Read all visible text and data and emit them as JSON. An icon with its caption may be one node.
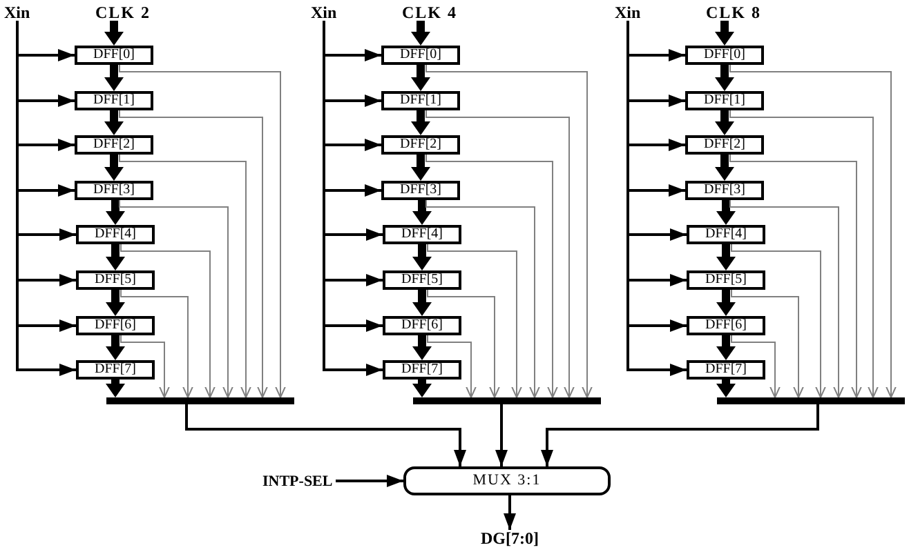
{
  "diagram": {
    "nodes": [
      {
        "text": [
          "Xin"
        ]
      },
      {
        "text": [
          "CLK 2"
        ]
      },
      {
        "text": [
          "DFF[0]"
        ]
      },
      {
        "text": [
          "DFF[1]"
        ]
      },
      {
        "text": [
          "DFF[2]"
        ]
      },
      {
        "text": [
          "DFF[3]"
        ]
      },
      {
        "text": [
          "DFF[4]"
        ]
      },
      {
        "text": [
          "DFF[5]"
        ]
      },
      {
        "text": [
          "DFF[6]"
        ]
      },
      {
        "text": [
          "DFF[7]"
        ]
      },
      {
        "text": [],
        "shape": "bar"
      },
      {
        "text": [
          "Xin"
        ]
      },
      {
        "text": [
          "CLK 4"
        ]
      },
      {
        "text": [
          "DFF[0]"
        ]
      },
      {
        "text": [
          "DFF[1]"
        ]
      },
      {
        "text": [
          "DFF[2]"
        ]
      },
      {
        "text": [
          "DFF[3]"
        ]
      },
      {
        "text": [
          "DFF[4]"
        ]
      },
      {
        "text": [
          "DFF[5]"
        ]
      },
      {
        "text": [
          "DFF[6]"
        ]
      },
      {
        "text": [
          "DFF[7]"
        ]
      },
      {
        "text": [],
        "shape": "bar"
      },
      {
        "text": [
          "Xin"
        ]
      },
      {
        "text": [
          "CLK 8"
        ]
      },
      {
        "text": [
          "DFF[0]"
        ]
      },
      {
        "text": [
          "DFF[1]"
        ]
      },
      {
        "text": [
          "DFF[2]"
        ]
      },
      {
        "text": [
          "DFF[3]"
        ]
      },
      {
        "text": [
          "DFF[4]"
        ]
      },
      {
        "text": [
          "DFF[5]"
        ]
      },
      {
        "text": [
          "DFF[6]"
        ]
      },
      {
        "text": [
          "DFF[7]"
        ]
      },
      {
        "text": [],
        "shape": "bar"
      },
      {
        "text": [
          "INTP-SEL"
        ]
      },
      {
        "text": [
          "MUX 3:1"
        ]
      },
      {
        "text": [
          "DG[7:0]"
        ]
      }
    ],
    "edges": [
      {
        "from": 0,
        "to": 2,
        "arrow": "to"
      },
      {
        "from": 0,
        "to": 3,
        "arrow": "to"
      },
      {
        "from": 0,
        "to": 4,
        "arrow": "to"
      },
      {
        "from": 0,
        "to": 5,
        "arrow": "to"
      },
      {
        "from": 0,
        "to": 6,
        "arrow": "to"
      },
      {
        "from": 0,
        "to": 7,
        "arrow": "to"
      },
      {
        "from": 0,
        "to": 8,
        "arrow": "to"
      },
      {
        "from": 0,
        "to": 9,
        "arrow": "to"
      },
      {
        "from": 1,
        "to": 2,
        "arrow": "to",
        "style": "thick"
      },
      {
        "from": 2,
        "to": 3,
        "arrow": "to",
        "style": "thick"
      },
      {
        "from": 3,
        "to": 4,
        "arrow": "to",
        "style": "thick"
      },
      {
        "from": 4,
        "to": 5,
        "arrow": "to",
        "style": "thick"
      },
      {
        "from": 5,
        "to": 6,
        "arrow": "to",
        "style": "thick"
      },
      {
        "from": 6,
        "to": 7,
        "arrow": "to",
        "style": "thick"
      },
      {
        "from": 7,
        "to": 8,
        "arrow": "to",
        "style": "thick"
      },
      {
        "from": 8,
        "to": 9,
        "arrow": "to",
        "style": "thick"
      },
      {
        "from": 9,
        "to": 10,
        "arrow": "to",
        "style": "thick"
      },
      {
        "from": 2,
        "to": 10,
        "arrow": "to",
        "color": "#808080"
      },
      {
        "from": 3,
        "to": 10,
        "arrow": "to",
        "color": "#808080"
      },
      {
        "from": 4,
        "to": 10,
        "arrow": "to",
        "color": "#808080"
      },
      {
        "from": 5,
        "to": 10,
        "arrow": "to",
        "color": "#808080"
      },
      {
        "from": 6,
        "to": 10,
        "arrow": "to",
        "color": "#808080"
      },
      {
        "from": 7,
        "to": 10,
        "arrow": "to",
        "color": "#808080"
      },
      {
        "from": 8,
        "to": 10,
        "arrow": "to",
        "color": "#808080"
      },
      {
        "from": 11,
        "to": 13,
        "arrow": "to"
      },
      {
        "from": 11,
        "to": 14,
        "arrow": "to"
      },
      {
        "from": 11,
        "to": 15,
        "arrow": "to"
      },
      {
        "from": 11,
        "to": 16,
        "arrow": "to"
      },
      {
        "from": 11,
        "to": 17,
        "arrow": "to"
      },
      {
        "from": 11,
        "to": 18,
        "arrow": "to"
      },
      {
        "from": 11,
        "to": 19,
        "arrow": "to"
      },
      {
        "from": 11,
        "to": 20,
        "arrow": "to"
      },
      {
        "from": 12,
        "to": 13,
        "arrow": "to",
        "style": "thick"
      },
      {
        "from": 13,
        "to": 14,
        "arrow": "to",
        "style": "thick"
      },
      {
        "from": 14,
        "to": 15,
        "arrow": "to",
        "style": "thick"
      },
      {
        "from": 15,
        "to": 16,
        "arrow": "to",
        "style": "thick"
      },
      {
        "from": 16,
        "to": 17,
        "arrow": "to",
        "style": "thick"
      },
      {
        "from": 17,
        "to": 18,
        "arrow": "to",
        "style": "thick"
      },
      {
        "from": 18,
        "to": 19,
        "arrow": "to",
        "style": "thick"
      },
      {
        "from": 19,
        "to": 20,
        "arrow": "to",
        "style": "thick"
      },
      {
        "from": 20,
        "to": 21,
        "arrow": "to",
        "style": "thick"
      },
      {
        "from": 13,
        "to": 21,
        "arrow": "to",
        "color": "#808080"
      },
      {
        "from": 14,
        "to": 21,
        "arrow": "to",
        "color": "#808080"
      },
      {
        "from": 15,
        "to": 21,
        "arrow": "to",
        "color": "#808080"
      },
      {
        "from": 16,
        "to": 21,
        "arrow": "to",
        "color": "#808080"
      },
      {
        "from": 17,
        "to": 21,
        "arrow": "to",
        "color": "#808080"
      },
      {
        "from": 18,
        "to": 21,
        "arrow": "to",
        "color": "#808080"
      },
      {
        "from": 19,
        "to": 21,
        "arrow": "to",
        "color": "#808080"
      },
      {
        "from": 22,
        "to": 24,
        "arrow": "to"
      },
      {
        "from": 22,
        "to": 25,
        "arrow": "to"
      },
      {
        "from": 22,
        "to": 26,
        "arrow": "to"
      },
      {
        "from": 22,
        "to": 27,
        "arrow": "to"
      },
      {
        "from": 22,
        "to": 28,
        "arrow": "to"
      },
      {
        "from": 22,
        "to": 29,
        "arrow": "to"
      },
      {
        "from": 22,
        "to": 30,
        "arrow": "to"
      },
      {
        "from": 22,
        "to": 31,
        "arrow": "to"
      },
      {
        "from": 23,
        "to": 24,
        "arrow": "to",
        "style": "thick"
      },
      {
        "from": 24,
        "to": 25,
        "arrow": "to",
        "style": "thick"
      },
      {
        "from": 25,
        "to": 26,
        "arrow": "to",
        "style": "thick"
      },
      {
        "from": 26,
        "to": 27,
        "arrow": "to",
        "style": "thick"
      },
      {
        "from": 27,
        "to": 28,
        "arrow": "to",
        "style": "thick"
      },
      {
        "from": 28,
        "to": 29,
        "arrow": "to",
        "style": "thick"
      },
      {
        "from": 29,
        "to": 30,
        "arrow": "to",
        "style": "thick"
      },
      {
        "from": 30,
        "to": 31,
        "arrow": "to",
        "style": "thick"
      },
      {
        "from": 31,
        "to": 32,
        "arrow": "to",
        "style": "thick"
      },
      {
        "from": 24,
        "to": 32,
        "arrow": "to",
        "color": "#808080"
      },
      {
        "from": 25,
        "to": 32,
        "arrow": "to",
        "color": "#808080"
      },
      {
        "from": 26,
        "to": 32,
        "arrow": "to",
        "color": "#808080"
      },
      {
        "from": 27,
        "to": 32,
        "arrow": "to",
        "color": "#808080"
      },
      {
        "from": 28,
        "to": 32,
        "arrow": "to",
        "color": "#808080"
      },
      {
        "from": 29,
        "to": 32,
        "arrow": "to",
        "color": "#808080"
      },
      {
        "from": 30,
        "to": 32,
        "arrow": "to",
        "color": "#808080"
      },
      {
        "from": 10,
        "to": 34,
        "arrow": "to"
      },
      {
        "from": 21,
        "to": 34,
        "arrow": "to"
      },
      {
        "from": 32,
        "to": 34,
        "arrow": "to"
      },
      {
        "from": 33,
        "to": 34,
        "arrow": "to"
      },
      {
        "from": 34,
        "to": 35,
        "arrow": "to"
      }
    ]
  }
}
